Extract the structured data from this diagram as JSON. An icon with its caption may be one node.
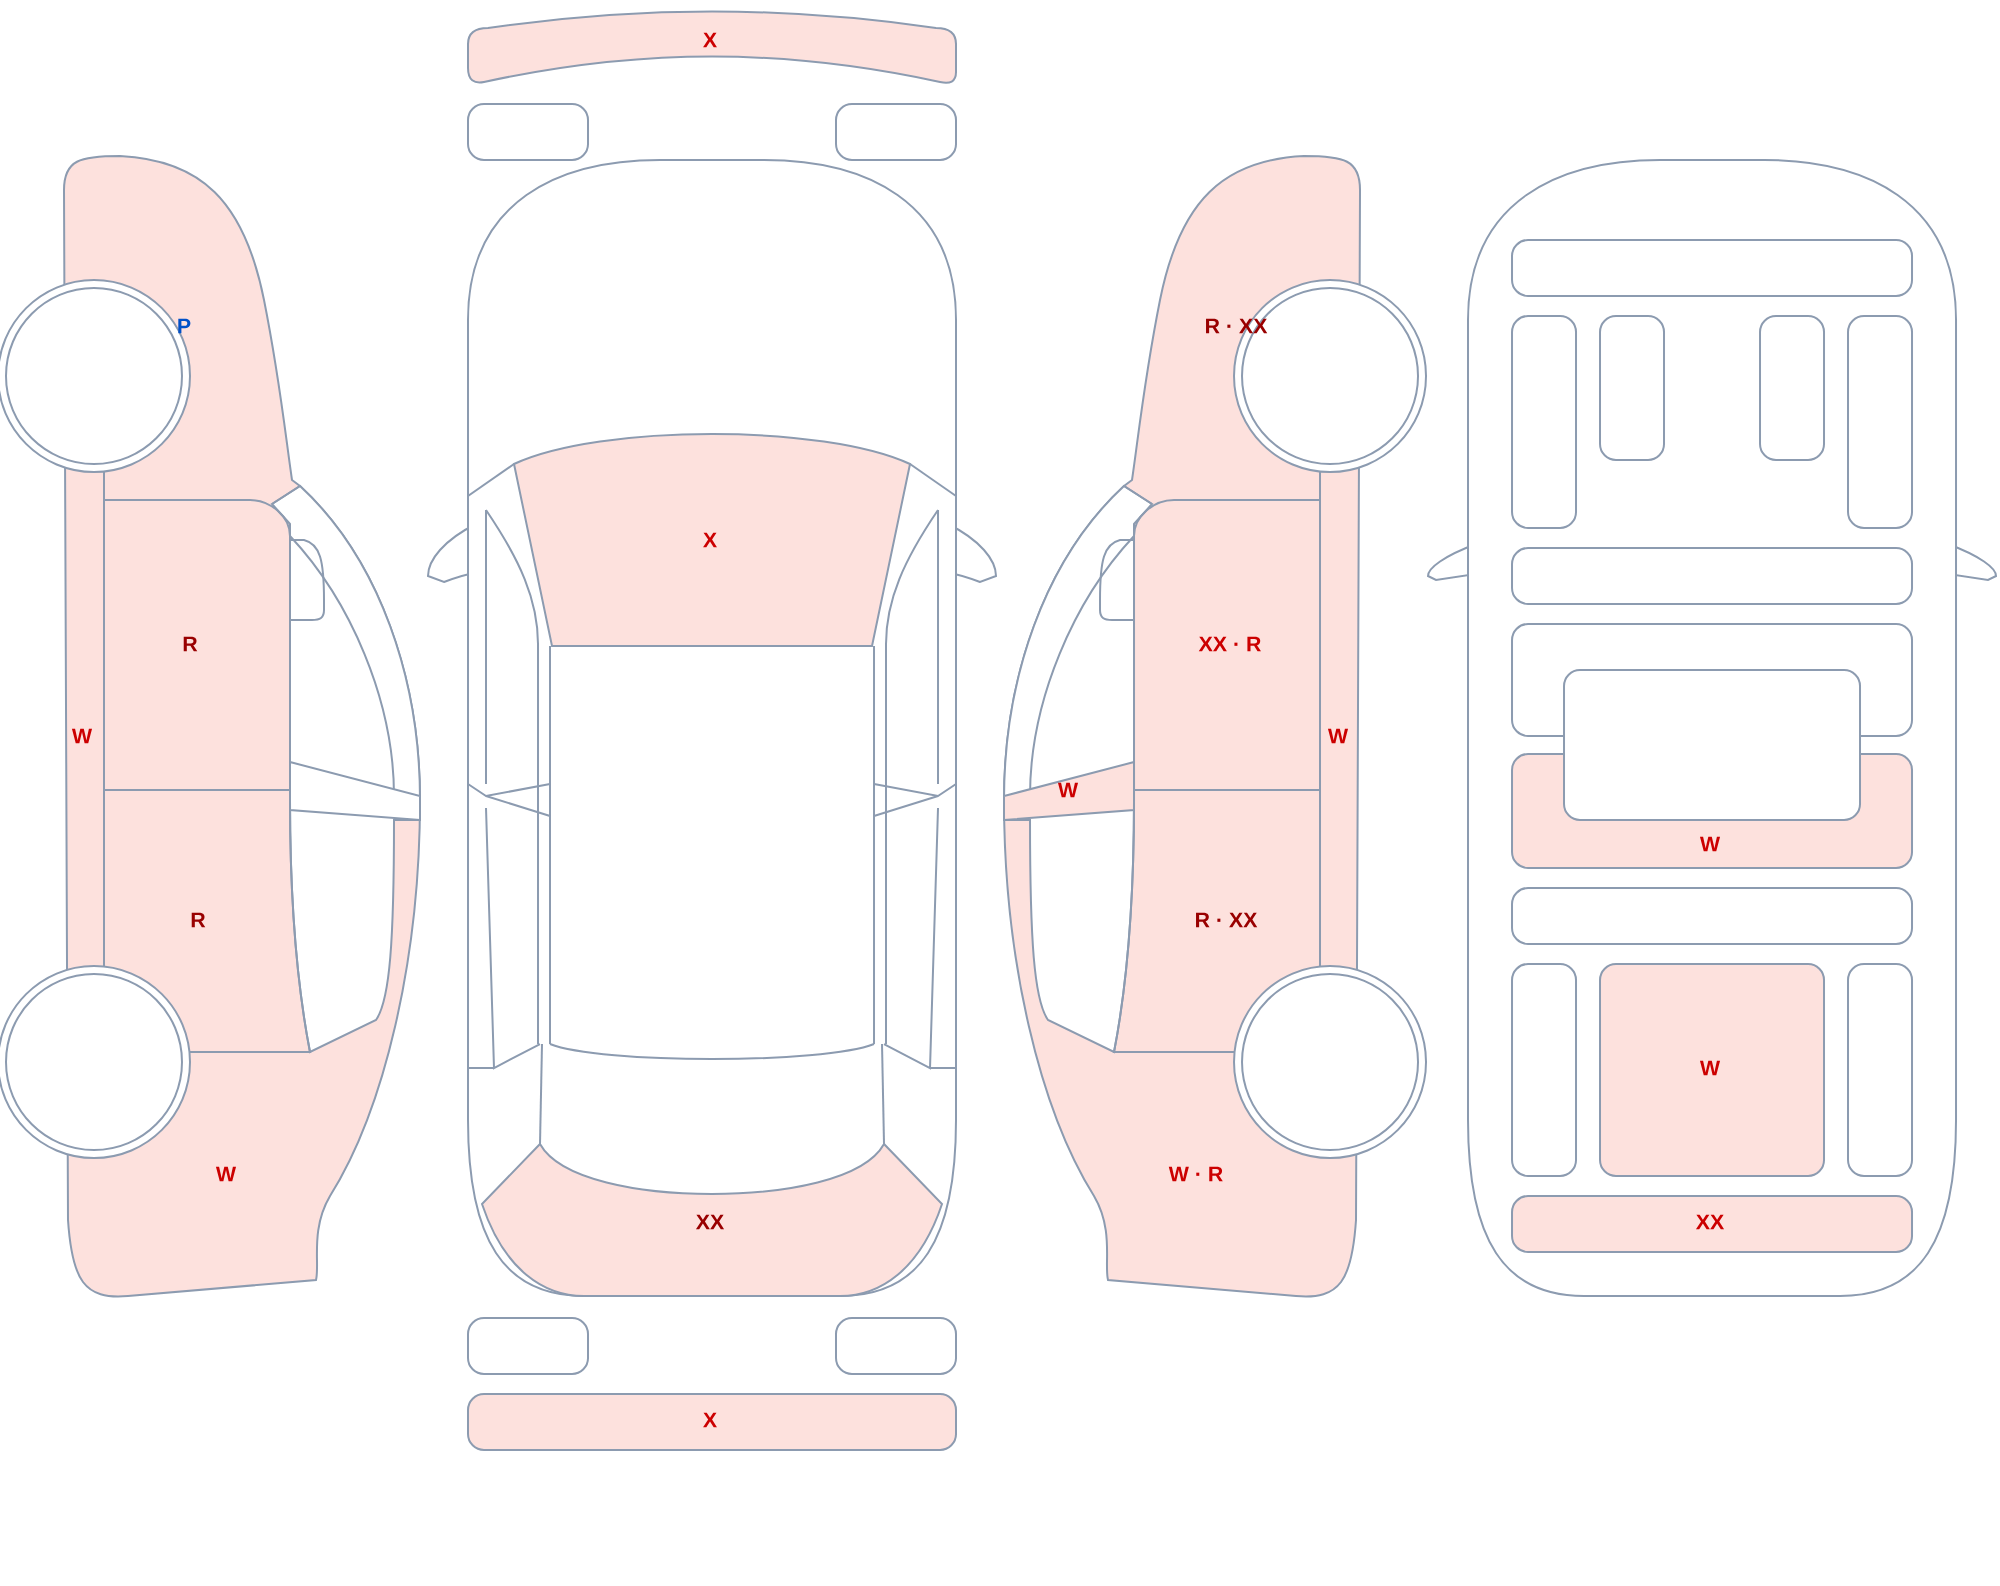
{
  "diagram": {
    "labels": [
      "X",
      "P",
      "R · XX",
      "X",
      "R",
      "XX · R",
      "W",
      "W",
      "W",
      "W",
      "R",
      "R · XX",
      "W",
      "W",
      "W · R",
      "XX",
      "XX",
      "X"
    ]
  }
}
